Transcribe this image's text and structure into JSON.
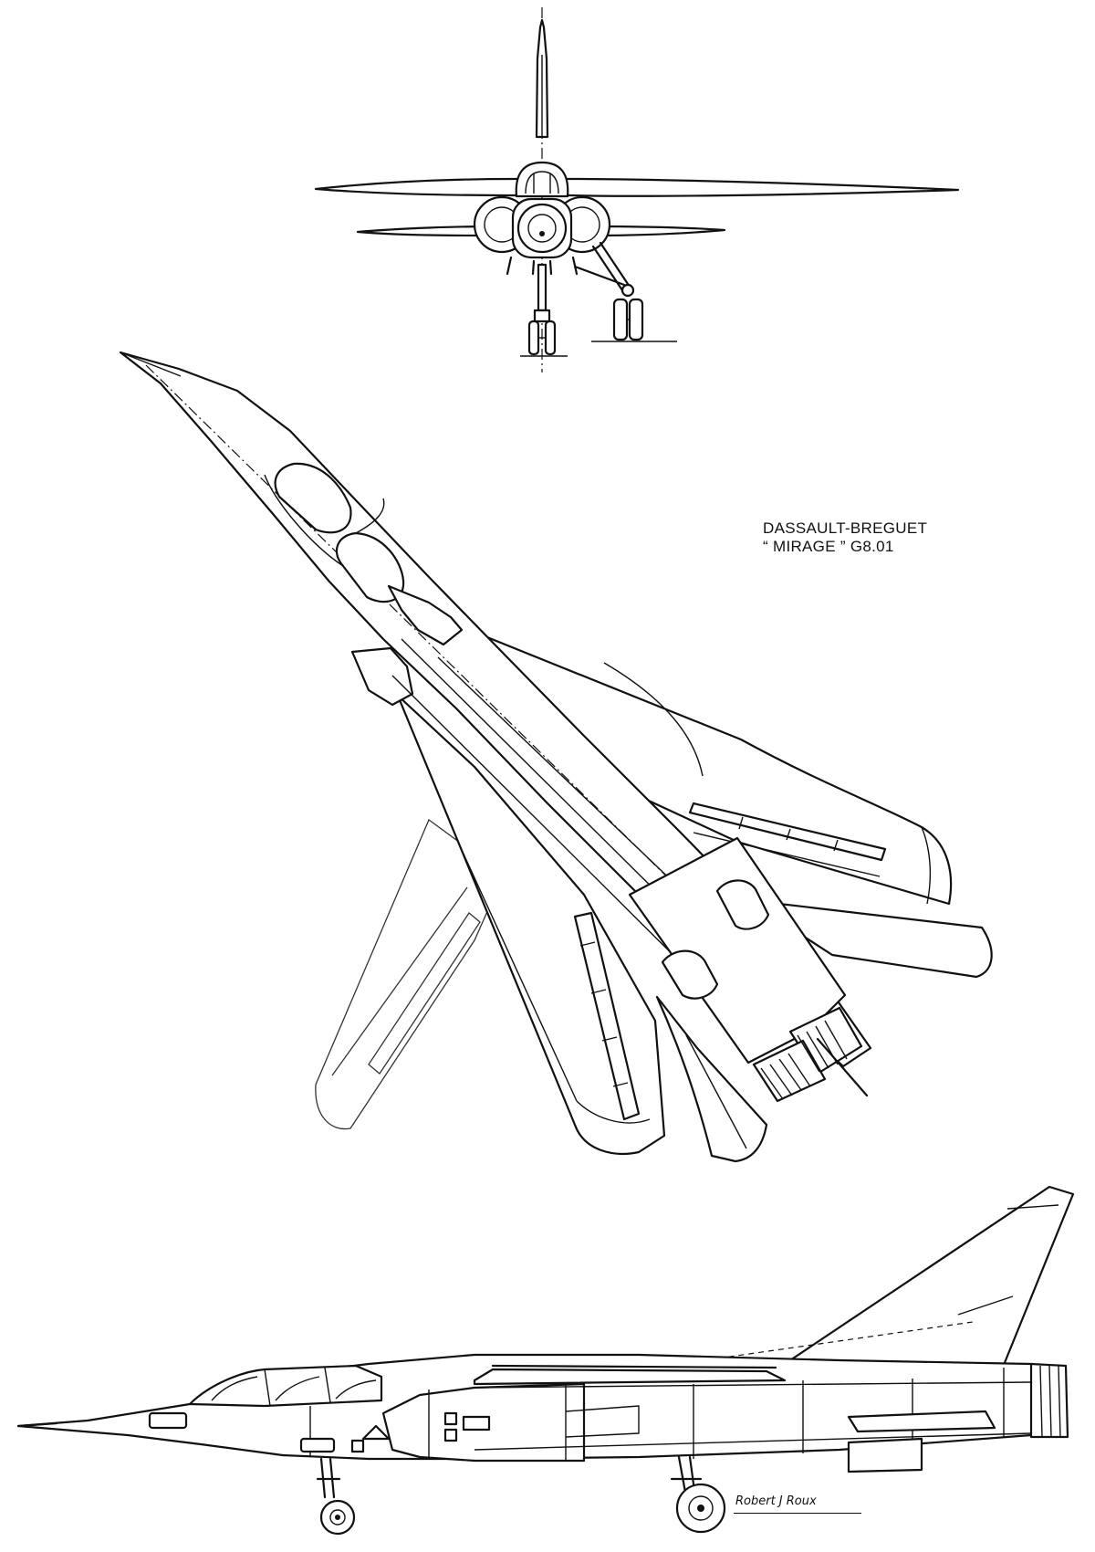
{
  "title": {
    "line1": "DASSAULT-BREGUET",
    "line2": "“ MIRAGE ”  G8.01"
  },
  "signature": "Robert J Roux"
}
